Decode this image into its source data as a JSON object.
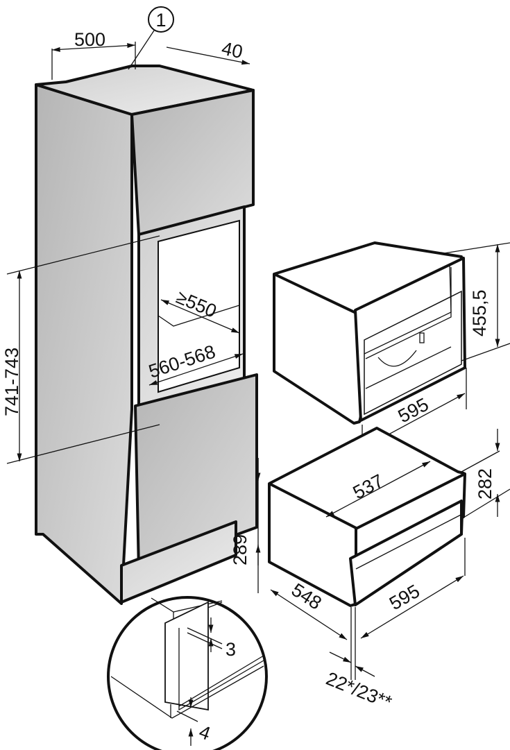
{
  "diagram": {
    "callout_number": "1",
    "dimensions": {
      "niche_depth_top": "500",
      "gap_top": "40",
      "niche_depth_min": "≥550",
      "niche_width": "560-568",
      "niche_height": "741-743",
      "machine_height": "455,5",
      "machine_width": "595",
      "drawer_depth_inner": "537",
      "drawer_height": "282",
      "drawer_total_height": "289",
      "drawer_depth": "548",
      "drawer_width": "595",
      "front_thickness": "22*/23**",
      "detail_gap_top": "3",
      "detail_gap_bottom": "4"
    }
  }
}
